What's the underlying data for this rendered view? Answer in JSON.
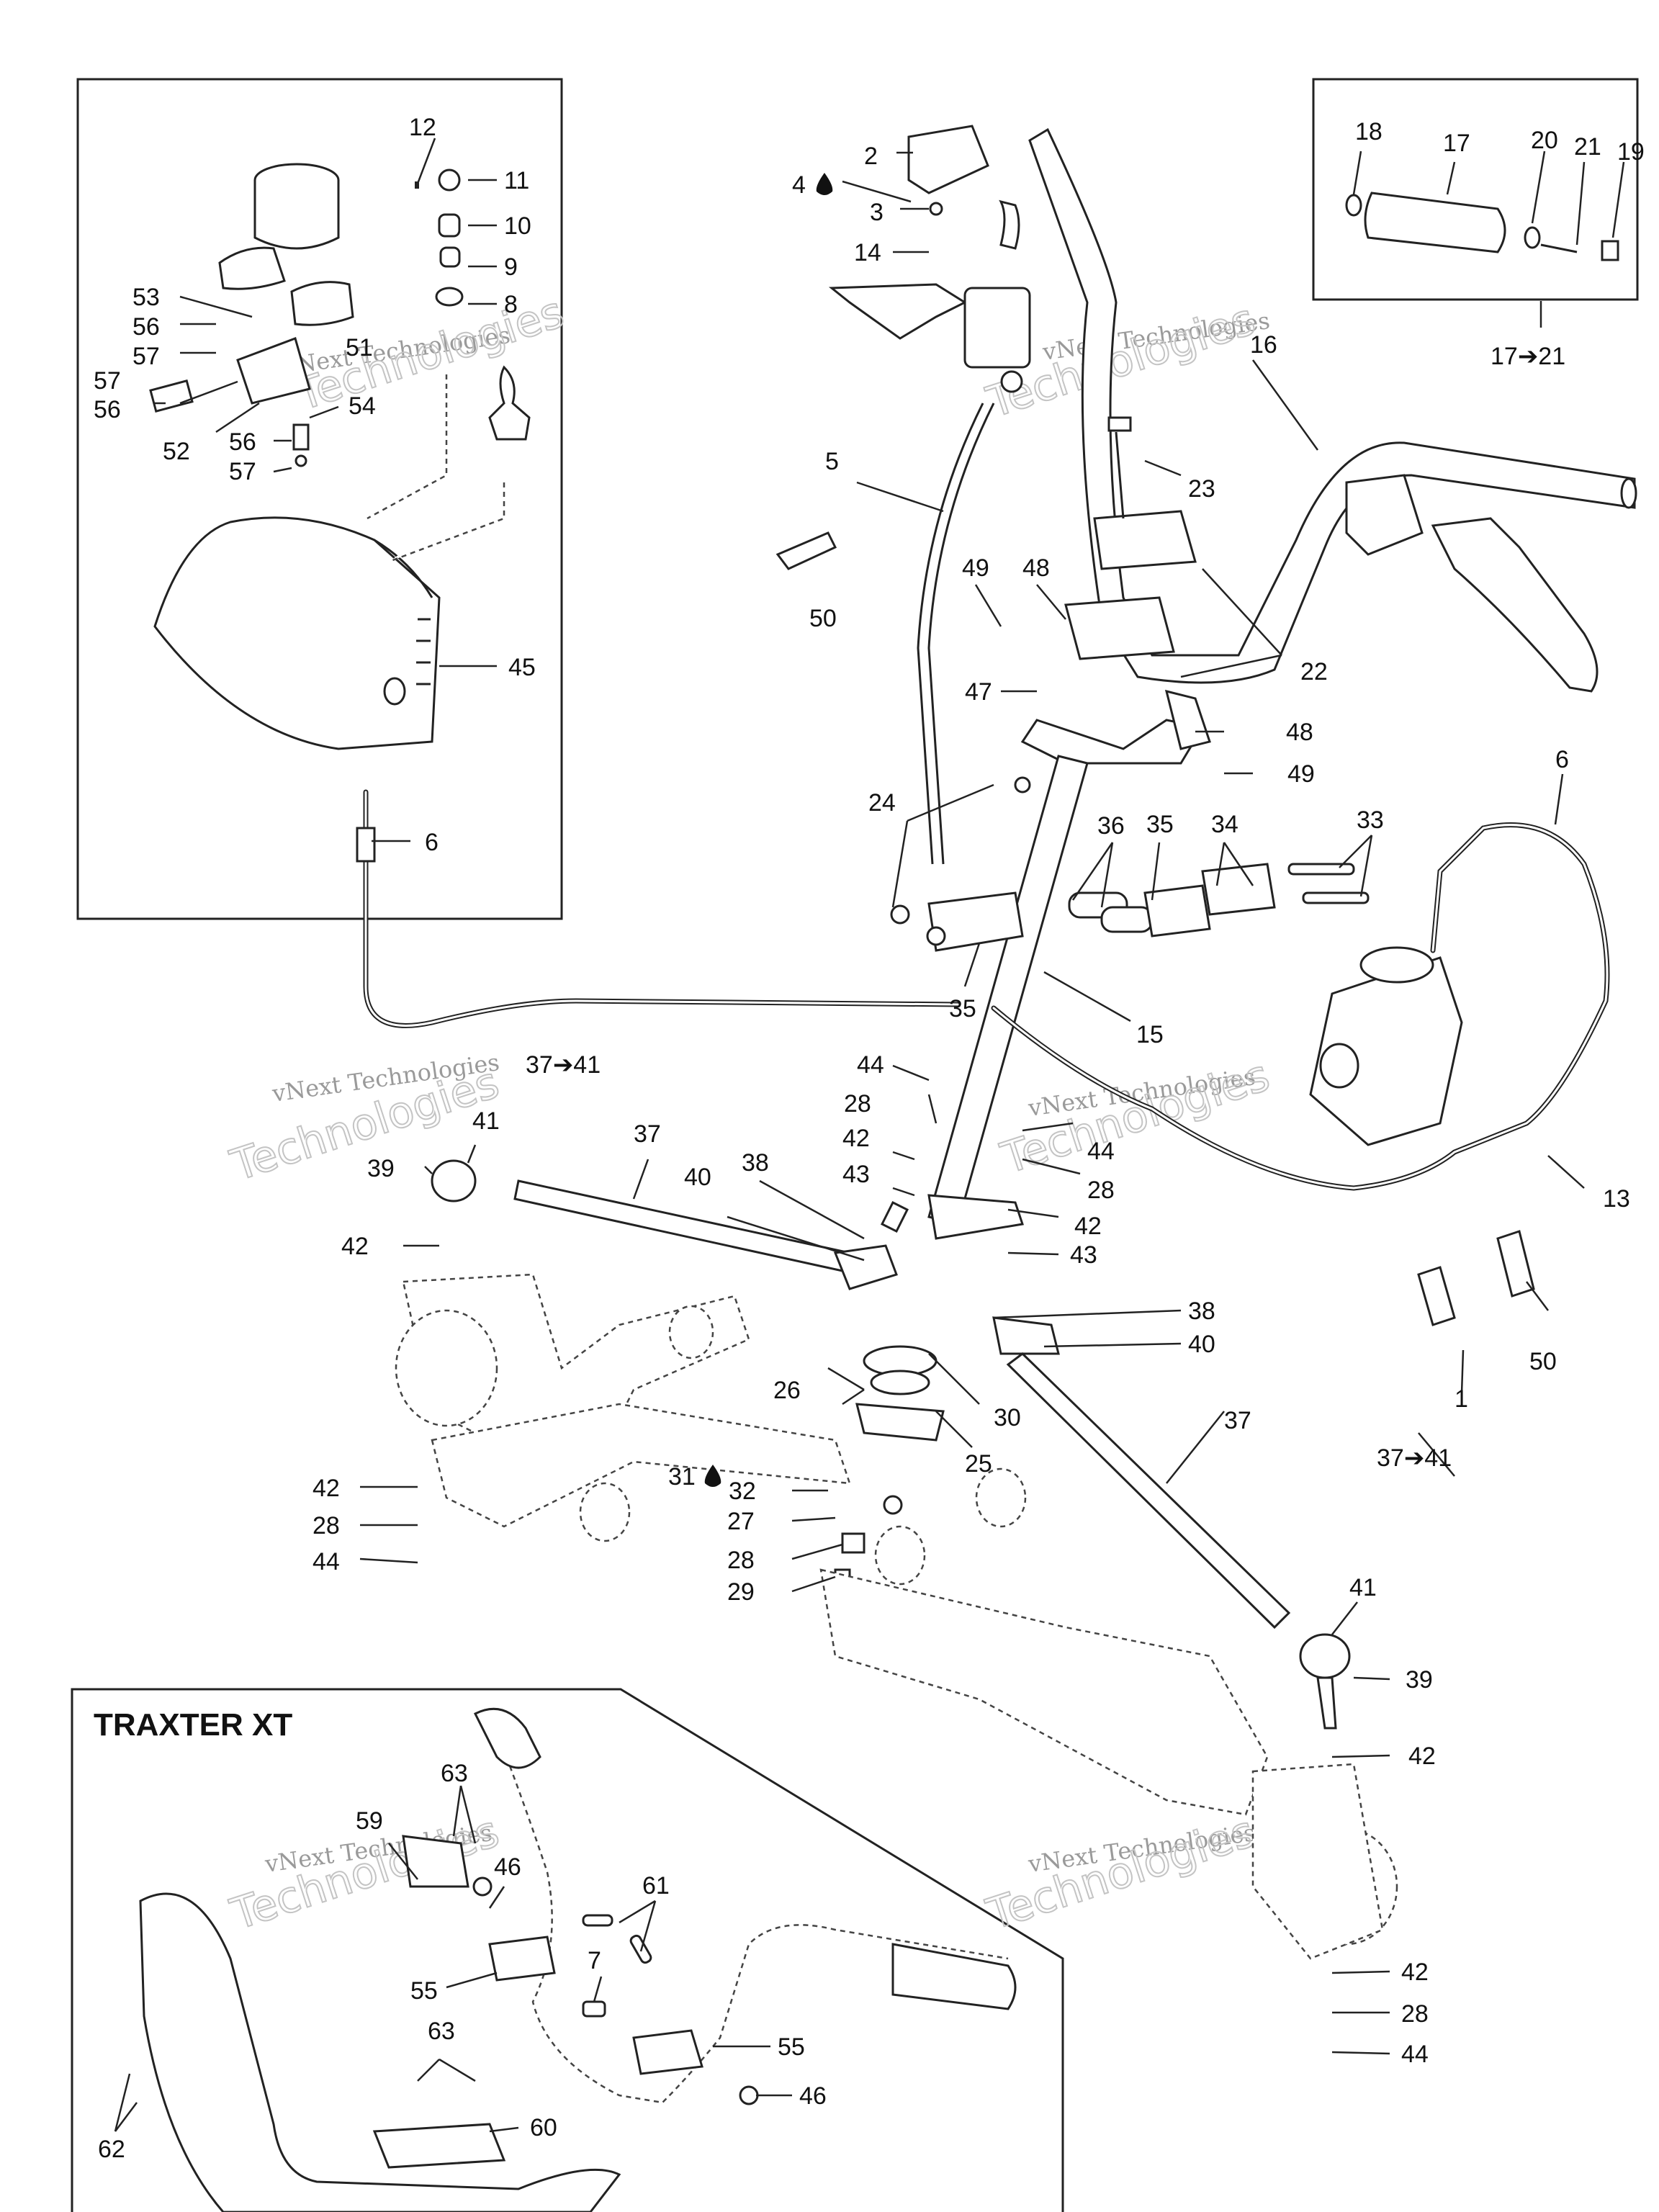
{
  "inset_top_right": {
    "range_label": "17➔21"
  },
  "inset_bottom_left": {
    "title": "TRAXTER XT"
  },
  "watermark": {
    "line1": "vNext Technologies",
    "line2": "Technologies"
  },
  "callouts": [
    {
      "id": "c12",
      "text": "12"
    },
    {
      "id": "c11",
      "text": "11"
    },
    {
      "id": "c10",
      "text": "10"
    },
    {
      "id": "c9",
      "text": "9"
    },
    {
      "id": "c8",
      "text": "8"
    },
    {
      "id": "c53",
      "text": "53"
    },
    {
      "id": "c56a",
      "text": "56"
    },
    {
      "id": "c57a",
      "text": "57"
    },
    {
      "id": "c57b",
      "text": "57"
    },
    {
      "id": "c56b",
      "text": "56"
    },
    {
      "id": "c51",
      "text": "51"
    },
    {
      "id": "c54",
      "text": "54"
    },
    {
      "id": "c52",
      "text": "52"
    },
    {
      "id": "c56c",
      "text": "56"
    },
    {
      "id": "c57c",
      "text": "57"
    },
    {
      "id": "c45",
      "text": "45"
    },
    {
      "id": "c6a",
      "text": "6"
    },
    {
      "id": "c2",
      "text": "2"
    },
    {
      "id": "c4",
      "text": "4"
    },
    {
      "id": "c3",
      "text": "3"
    },
    {
      "id": "c14",
      "text": "14"
    },
    {
      "id": "c18",
      "text": "18"
    },
    {
      "id": "c17",
      "text": "17"
    },
    {
      "id": "c20",
      "text": "20"
    },
    {
      "id": "c21",
      "text": "21"
    },
    {
      "id": "c19",
      "text": "19"
    },
    {
      "id": "c16",
      "text": "16"
    },
    {
      "id": "c5",
      "text": "5"
    },
    {
      "id": "c23",
      "text": "23"
    },
    {
      "id": "c50a",
      "text": "50"
    },
    {
      "id": "c49a",
      "text": "49"
    },
    {
      "id": "c48a",
      "text": "48"
    },
    {
      "id": "c22",
      "text": "22"
    },
    {
      "id": "c47",
      "text": "47"
    },
    {
      "id": "c48b",
      "text": "48"
    },
    {
      "id": "c49b",
      "text": "49"
    },
    {
      "id": "c6b",
      "text": "6"
    },
    {
      "id": "c24",
      "text": "24"
    },
    {
      "id": "c36",
      "text": "36"
    },
    {
      "id": "c35a",
      "text": "35"
    },
    {
      "id": "c34",
      "text": "34"
    },
    {
      "id": "c33",
      "text": "33"
    },
    {
      "id": "c35b",
      "text": "35"
    },
    {
      "id": "c15",
      "text": "15"
    },
    {
      "id": "c3741a",
      "text": "37➔41"
    },
    {
      "id": "c44a",
      "text": "44"
    },
    {
      "id": "c28a",
      "text": "28"
    },
    {
      "id": "c42a",
      "text": "42"
    },
    {
      "id": "c43a",
      "text": "43"
    },
    {
      "id": "c44b",
      "text": "44"
    },
    {
      "id": "c28b",
      "text": "28"
    },
    {
      "id": "c42b",
      "text": "42"
    },
    {
      "id": "c43b",
      "text": "43"
    },
    {
      "id": "c41a",
      "text": "41"
    },
    {
      "id": "c39a",
      "text": "39"
    },
    {
      "id": "c37a",
      "text": "37"
    },
    {
      "id": "c38a",
      "text": "38"
    },
    {
      "id": "c40a",
      "text": "40"
    },
    {
      "id": "c42c",
      "text": "42"
    },
    {
      "id": "c13",
      "text": "13"
    },
    {
      "id": "c38b",
      "text": "38"
    },
    {
      "id": "c40b",
      "text": "40"
    },
    {
      "id": "c26",
      "text": "26"
    },
    {
      "id": "c30",
      "text": "30"
    },
    {
      "id": "c25",
      "text": "25"
    },
    {
      "id": "c1",
      "text": "1"
    },
    {
      "id": "c50b",
      "text": "50"
    },
    {
      "id": "c37b",
      "text": "37"
    },
    {
      "id": "c3741b",
      "text": "37➔41"
    },
    {
      "id": "c31",
      "text": "31"
    },
    {
      "id": "c32",
      "text": "32"
    },
    {
      "id": "c42d",
      "text": "42"
    },
    {
      "id": "c27",
      "text": "27"
    },
    {
      "id": "c28c",
      "text": "28"
    },
    {
      "id": "c44c",
      "text": "44"
    },
    {
      "id": "c28d",
      "text": "28"
    },
    {
      "id": "c29",
      "text": "29"
    },
    {
      "id": "c41b",
      "text": "41"
    },
    {
      "id": "c39b",
      "text": "39"
    },
    {
      "id": "c42e",
      "text": "42"
    },
    {
      "id": "c42f",
      "text": "42"
    },
    {
      "id": "c28e",
      "text": "28"
    },
    {
      "id": "c44d",
      "text": "44"
    },
    {
      "id": "c63a",
      "text": "63"
    },
    {
      "id": "c59",
      "text": "59"
    },
    {
      "id": "c46a",
      "text": "46"
    },
    {
      "id": "c61",
      "text": "61"
    },
    {
      "id": "c7",
      "text": "7"
    },
    {
      "id": "c55a",
      "text": "55"
    },
    {
      "id": "c55b",
      "text": "55"
    },
    {
      "id": "c63b",
      "text": "63"
    },
    {
      "id": "c46b",
      "text": "46"
    },
    {
      "id": "c60",
      "text": "60"
    },
    {
      "id": "c62",
      "text": "62"
    }
  ]
}
